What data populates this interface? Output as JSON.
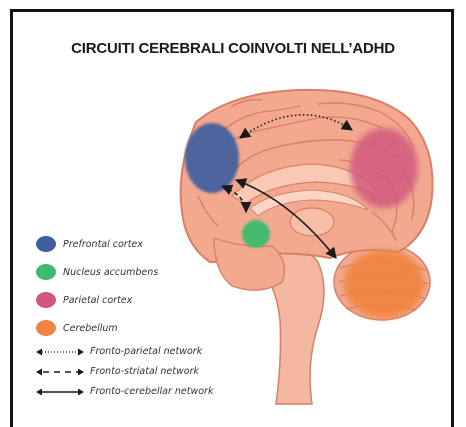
{
  "title": "CIRCUITI CEREBRALI COINVOLTI NELL’ADHD",
  "legend": {
    "regions": [
      {
        "label": "Prefrontal cortex",
        "color": "#3f5f9e"
      },
      {
        "label": "Nucleus accumbens",
        "color": "#3dba6c"
      },
      {
        "label": "Parietal cortex",
        "color": "#d2567e"
      },
      {
        "label": "Cerebellum",
        "color": "#f08440"
      }
    ],
    "networks": [
      {
        "label": "Fronto-parietal network",
        "style": "dotted"
      },
      {
        "label": "Fronto-striatal network",
        "style": "dashed"
      },
      {
        "label": "Fronto-cerebellar network",
        "style": "solid"
      }
    ]
  },
  "colors": {
    "brain": "#f2a98f",
    "brain_dark": "#d97f66",
    "brain_light": "#f9c9b6",
    "arrow": "#1a1a1a"
  }
}
